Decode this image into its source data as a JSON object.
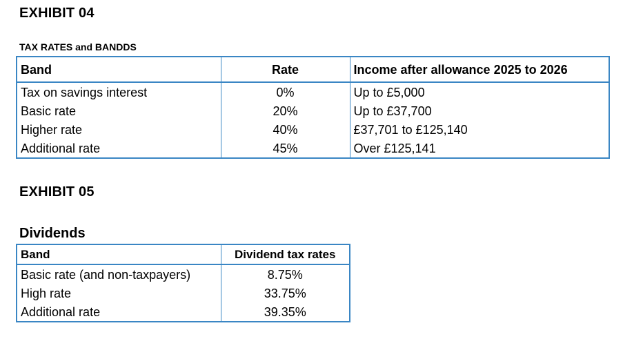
{
  "exhibit04": {
    "title": "EXHIBIT 04",
    "caption": "TAX RATES and BANDDS",
    "headers": [
      "Band",
      "Rate",
      "Income after allowance 2025 to 2026"
    ],
    "rows": [
      [
        "Tax on savings interest",
        "0%",
        "Up to £5,000"
      ],
      [
        "Basic rate",
        "20%",
        "Up to £37,700"
      ],
      [
        "Higher rate",
        "40%",
        "£37,701 to £125,140"
      ],
      [
        "Additional rate",
        "45%",
        "Over £125,141"
      ]
    ]
  },
  "exhibit05": {
    "title": "EXHIBIT 05",
    "caption": "Dividends",
    "headers": [
      "Band",
      "Dividend tax rates"
    ],
    "rows": [
      [
        "Basic rate (and non-taxpayers)",
        "8.75%"
      ],
      [
        "High rate",
        "33.75%"
      ],
      [
        "Additional rate",
        "39.35%"
      ]
    ]
  },
  "colors": {
    "table_border": "#3a86c4",
    "text": "#000000",
    "background": "#ffffff"
  }
}
